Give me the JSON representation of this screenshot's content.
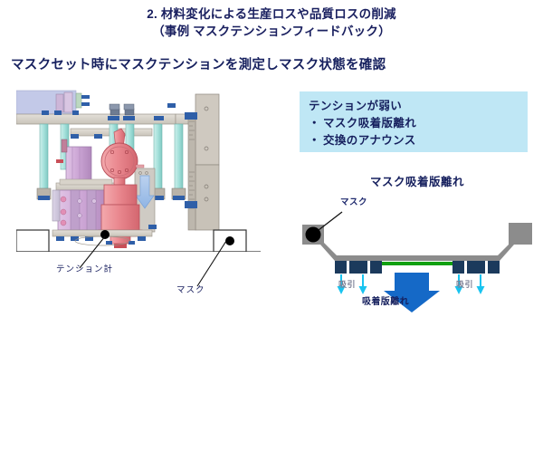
{
  "slide": {
    "title_line1": "2. 材料変化による生産ロスや品質ロスの削減",
    "title_line2": "（事例 マスクテンションフィードバック）",
    "subheading": "マスクセット時にマスクテンションを測定しマスク状態を確認"
  },
  "machine_figure": {
    "caption_tension_meter": "テンション計",
    "caption_mask": "マスク"
  },
  "info_box": {
    "title": "テンションが弱い",
    "bullet_marker": "・",
    "bullet1": "マスク吸着版離れ",
    "bullet2": "交換のアナウンス",
    "background_color": "#bfe7f5",
    "text_color": "#16205e"
  },
  "schematic": {
    "title": "マスク吸着版離れ",
    "label_mask": "マスク",
    "label_suction_left": "吸引",
    "label_suction_right": "吸引",
    "label_detach": "吸着版離れ",
    "colors": {
      "frame_gray": "#8c8c8c",
      "block_navy": "#1b3a5c",
      "mask_green": "#10a010",
      "suction_arrow_cyan": "#19c4f0",
      "detach_arrow_blue": "#1569c7",
      "mask_dot_black": "#000000"
    }
  },
  "theme": {
    "page_background": "#ffffff",
    "heading_navy": "#16205e"
  }
}
